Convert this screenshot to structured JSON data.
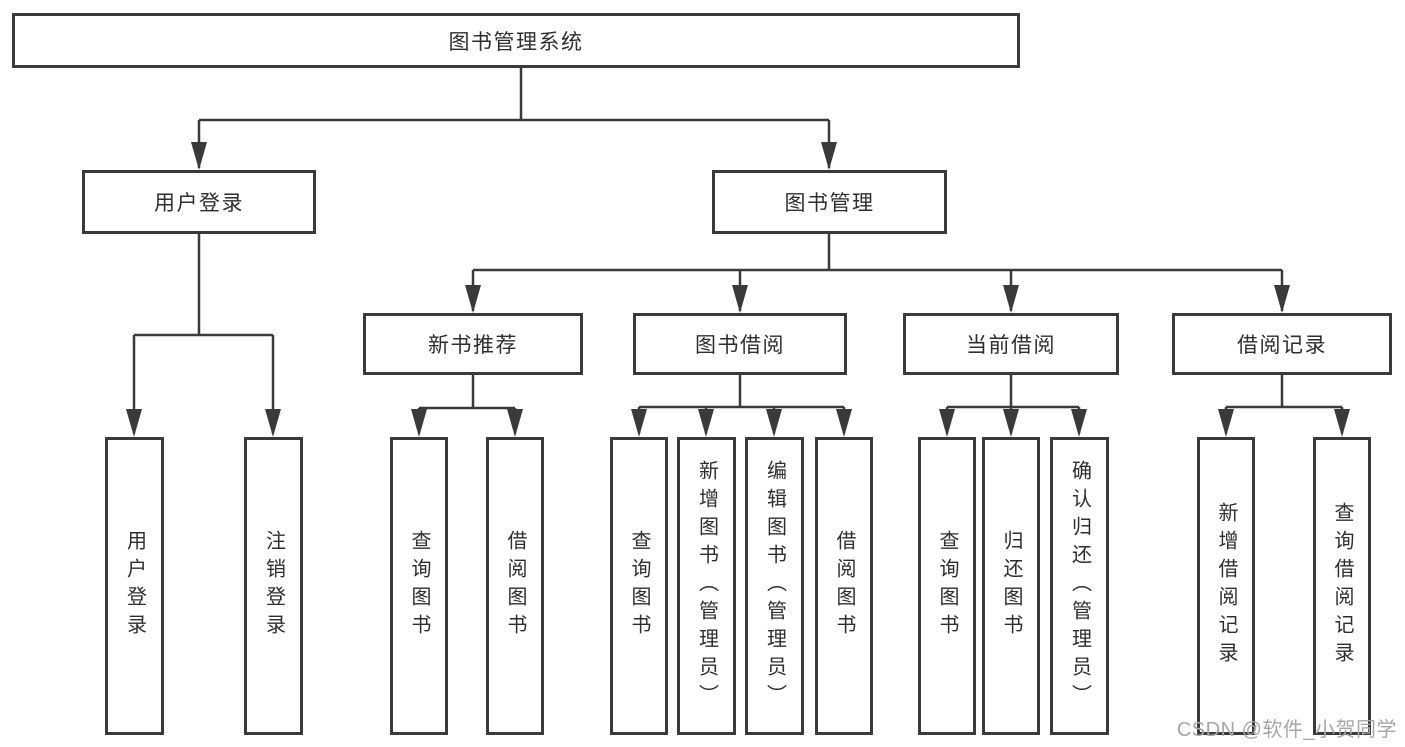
{
  "diagram": {
    "root": {
      "label": "图书管理系统"
    },
    "branches": {
      "user_login": {
        "label": "用户登录",
        "children": [
          {
            "label": "用户登录"
          },
          {
            "label": "注销登录"
          }
        ]
      },
      "book_management": {
        "label": "图书管理",
        "sections": [
          {
            "label": "新书推荐",
            "children": [
              {
                "label": "查询图书"
              },
              {
                "label": "借阅图书"
              }
            ]
          },
          {
            "label": "图书借阅",
            "children": [
              {
                "label": "查询图书"
              },
              {
                "label": "新增图书（管理员）"
              },
              {
                "label": "编辑图书（管理员）"
              },
              {
                "label": "借阅图书"
              }
            ]
          },
          {
            "label": "当前借阅",
            "children": [
              {
                "label": "查询图书"
              },
              {
                "label": "归还图书"
              },
              {
                "label": "确认归还（管理员）"
              }
            ]
          },
          {
            "label": "借阅记录",
            "children": [
              {
                "label": "新增借阅记录"
              },
              {
                "label": "查询借阅记录"
              }
            ]
          }
        ]
      }
    }
  },
  "watermark": {
    "text": "CSDN @软件_小贺同学"
  },
  "colors": {
    "line": "#3a3a3a",
    "text": "#2e2e2e",
    "watermark": "#a6a6a6",
    "background": "#ffffff"
  }
}
